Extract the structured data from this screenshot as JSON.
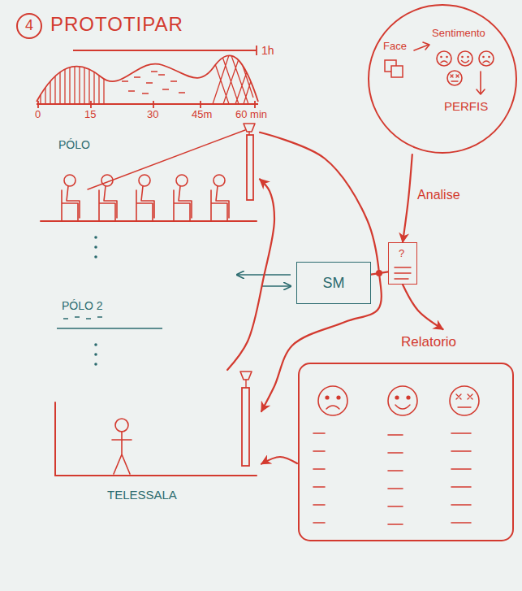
{
  "diagram": {
    "title": "PROTOTIPAR",
    "nodes": [
      {
        "text": [
          "Face",
          "Sentimento",
          "PERFIS"
        ]
      },
      {
        "text": [
          "PÓLO"
        ]
      },
      {
        "text": [
          "SM"
        ]
      },
      {
        "text": [
          "?"
        ]
      },
      {
        "text": [
          "Relatorio"
        ]
      },
      {
        "text": [
          "TELESSALA"
        ]
      }
    ],
    "edges": [
      {
        "from": 0,
        "to": 3,
        "label": "Analise",
        "arrow": "to"
      },
      {
        "from": 2,
        "to": 3,
        "arrow": "none"
      },
      {
        "from": 1,
        "to": 5,
        "arrow": "to"
      },
      {
        "from": 5,
        "to": 1,
        "arrow": "to"
      },
      {
        "from": 3,
        "to": 4,
        "arrow": "to"
      },
      {
        "from": 4,
        "to": 5,
        "arrow": "to"
      }
    ],
    "labels": [
      "4",
      "1h",
      "0",
      "15",
      "30",
      "45m",
      "60 min",
      "PÓLO 2"
    ]
  }
}
